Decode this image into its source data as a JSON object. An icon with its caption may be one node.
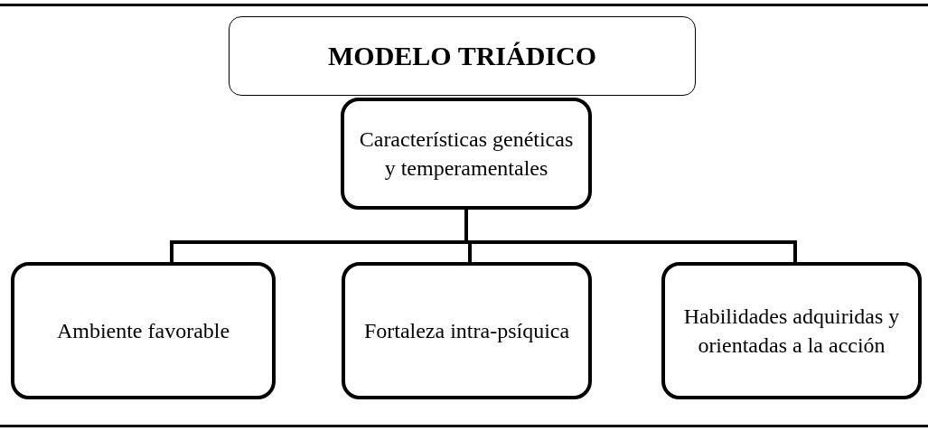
{
  "diagram": {
    "nodes": [
      {
        "text": [
          "MODELO TRIÁDICO"
        ]
      },
      {
        "text": [
          "Características genéticas y temperamentales"
        ]
      },
      {
        "text": [
          "Ambiente favorable"
        ]
      },
      {
        "text": [
          "Fortaleza intra-psíquica"
        ]
      },
      {
        "text": [
          "Habilidades adquiridas y orientadas a la acción"
        ]
      }
    ],
    "edges": [
      {
        "from": 1,
        "to": 2,
        "arrow": "none"
      },
      {
        "from": 1,
        "to": 3,
        "arrow": "none"
      },
      {
        "from": 1,
        "to": 4,
        "arrow": "none"
      }
    ]
  }
}
